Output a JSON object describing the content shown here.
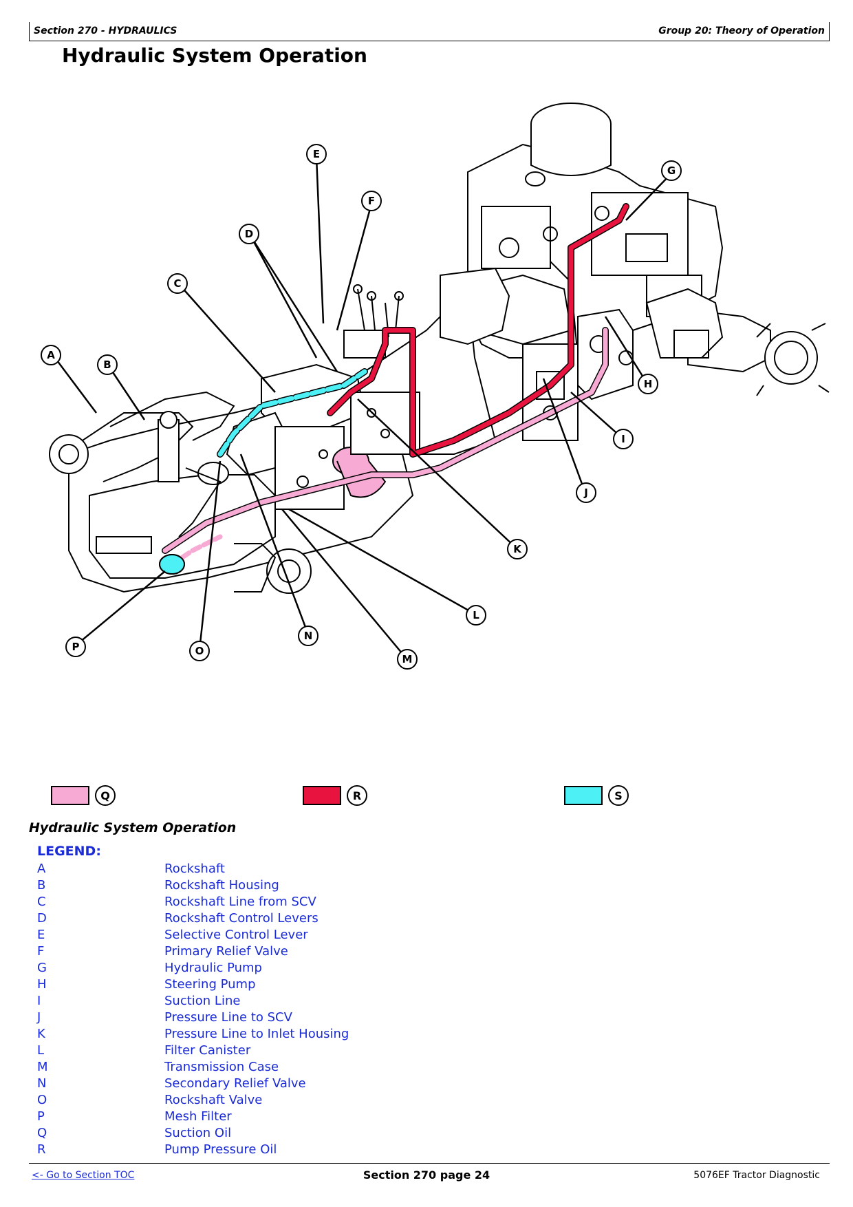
{
  "header": {
    "section": "Section 270 - HYDRAULICS",
    "group": "Group 20: Theory of Operation"
  },
  "page_title": "Hydraulic System Operation",
  "callouts": [
    "A",
    "B",
    "C",
    "D",
    "E",
    "F",
    "G",
    "H",
    "I",
    "J",
    "K",
    "L",
    "M",
    "N",
    "O",
    "P"
  ],
  "color_key": [
    {
      "letter": "Q",
      "color": "#f7aad4"
    },
    {
      "letter": "R",
      "color": "#e8143f"
    },
    {
      "letter": "S",
      "color": "#4df0f5"
    }
  ],
  "caption": "Hydraulic System Operation",
  "legend_title": "LEGEND:",
  "legend": [
    {
      "key": "A",
      "label": "Rockshaft"
    },
    {
      "key": "B",
      "label": "Rockshaft Housing"
    },
    {
      "key": "C",
      "label": "Rockshaft Line from SCV"
    },
    {
      "key": "D",
      "label": "Rockshaft Control Levers"
    },
    {
      "key": "E",
      "label": "Selective Control Lever"
    },
    {
      "key": "F",
      "label": "Primary Relief Valve"
    },
    {
      "key": "G",
      "label": "Hydraulic Pump"
    },
    {
      "key": "H",
      "label": "Steering Pump"
    },
    {
      "key": "I",
      "label": "Suction Line"
    },
    {
      "key": "J",
      "label": "Pressure Line to SCV"
    },
    {
      "key": "K",
      "label": "Pressure Line to Inlet Housing"
    },
    {
      "key": "L",
      "label": "Filter Canister"
    },
    {
      "key": "M",
      "label": "Transmission Case"
    },
    {
      "key": "N",
      "label": "Secondary Relief Valve"
    },
    {
      "key": "O",
      "label": "Rockshaft Valve"
    },
    {
      "key": "P",
      "label": "Mesh Filter"
    },
    {
      "key": "Q",
      "label": "Suction Oil"
    },
    {
      "key": "R",
      "label": "Pump Pressure Oil"
    }
  ],
  "footer": {
    "toc_link": "<- Go to Section TOC",
    "page": "Section 270 page 24",
    "doc": "5076EF Tractor Diagnostic"
  }
}
